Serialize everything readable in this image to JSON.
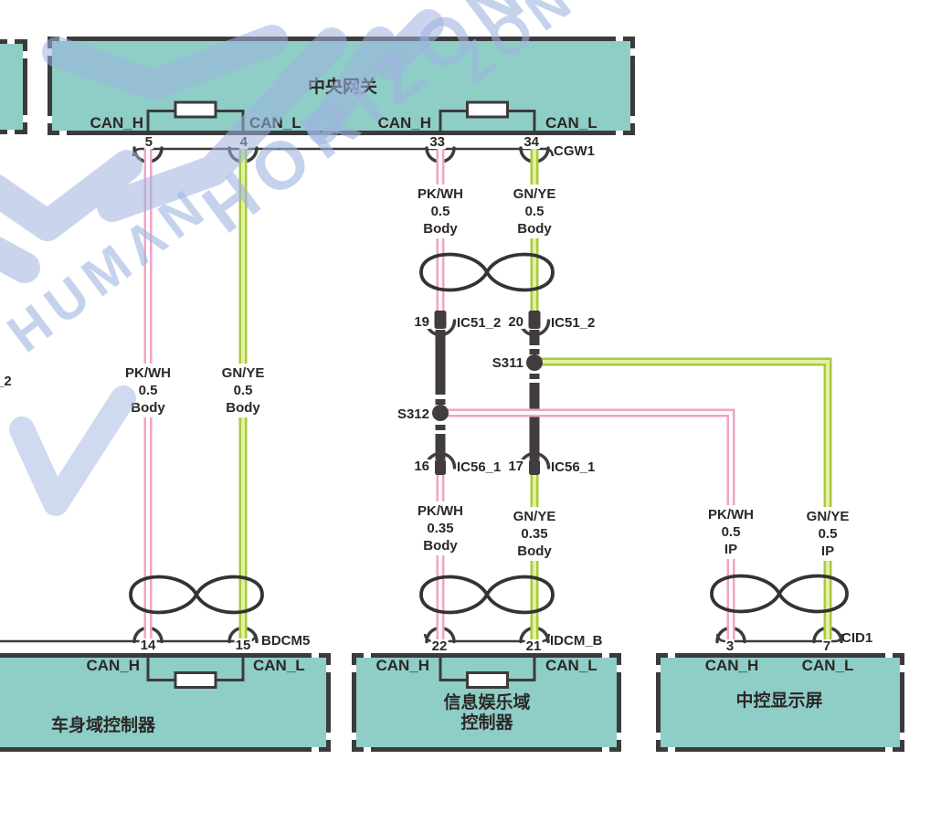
{
  "watermark": {
    "word1": "HUMΛN",
    "word2": "HORIZON",
    "fragment": "ZON—",
    "color": "#9FB4DF"
  },
  "colors": {
    "module_fill": "#8FCDC7",
    "line": "#3B3B3B",
    "wire_pink": "#F2A3C5",
    "wire_pink_stripe": "#FFFFFF",
    "wire_green": "#A5CC3F",
    "wire_green_stripe": "#E6EEA2",
    "splice_bar": "#413D3C"
  },
  "edge_fragment": "_2",
  "gateway": {
    "title": "中央网关",
    "connector": "CGW1",
    "pins": [
      {
        "number": "5",
        "signal": "CAN_H"
      },
      {
        "number": "4",
        "signal": "CAN_L"
      },
      {
        "number": "33",
        "signal": "CAN_H"
      },
      {
        "number": "34",
        "signal": "CAN_L"
      }
    ]
  },
  "inline_connectors": [
    {
      "name": "IC51_2",
      "pin_left": "19",
      "pin_right": "20"
    },
    {
      "name": "IC56_1",
      "pin_left": "16",
      "pin_right": "17"
    }
  ],
  "splices": [
    {
      "id": "S312"
    },
    {
      "id": "S311"
    }
  ],
  "wire_labels": {
    "gw_left_h": [
      "PK/WH",
      "0.5",
      "Body"
    ],
    "gw_left_l": [
      "GN/YE",
      "0.5",
      "Body"
    ],
    "gw_mid_h": [
      "PK/WH",
      "0.5",
      "Body"
    ],
    "gw_mid_l": [
      "GN/YE",
      "0.5",
      "Body"
    ],
    "idcm_h": [
      "PK/WH",
      "0.35",
      "Body"
    ],
    "idcm_l": [
      "GN/YE",
      "0.35",
      "Body"
    ],
    "cid_h": [
      "PK/WH",
      "0.5",
      "IP"
    ],
    "cid_l": [
      "GN/YE",
      "0.5",
      "IP"
    ]
  },
  "modules": [
    {
      "title": "车身域控制器",
      "connector": "BDCM5",
      "pins": [
        {
          "number": "14",
          "signal": "CAN_H"
        },
        {
          "number": "15",
          "signal": "CAN_L"
        }
      ]
    },
    {
      "title_line1": "信息娱乐域",
      "title_line2": "控制器",
      "connector": "IDCM_B",
      "pins": [
        {
          "number": "22",
          "signal": "CAN_H"
        },
        {
          "number": "21",
          "signal": "CAN_L"
        }
      ]
    },
    {
      "title": "中控显示屏",
      "connector": "CID1",
      "pins": [
        {
          "number": "3",
          "signal": "CAN_H"
        },
        {
          "number": "7",
          "signal": "CAN_L"
        }
      ]
    }
  ]
}
